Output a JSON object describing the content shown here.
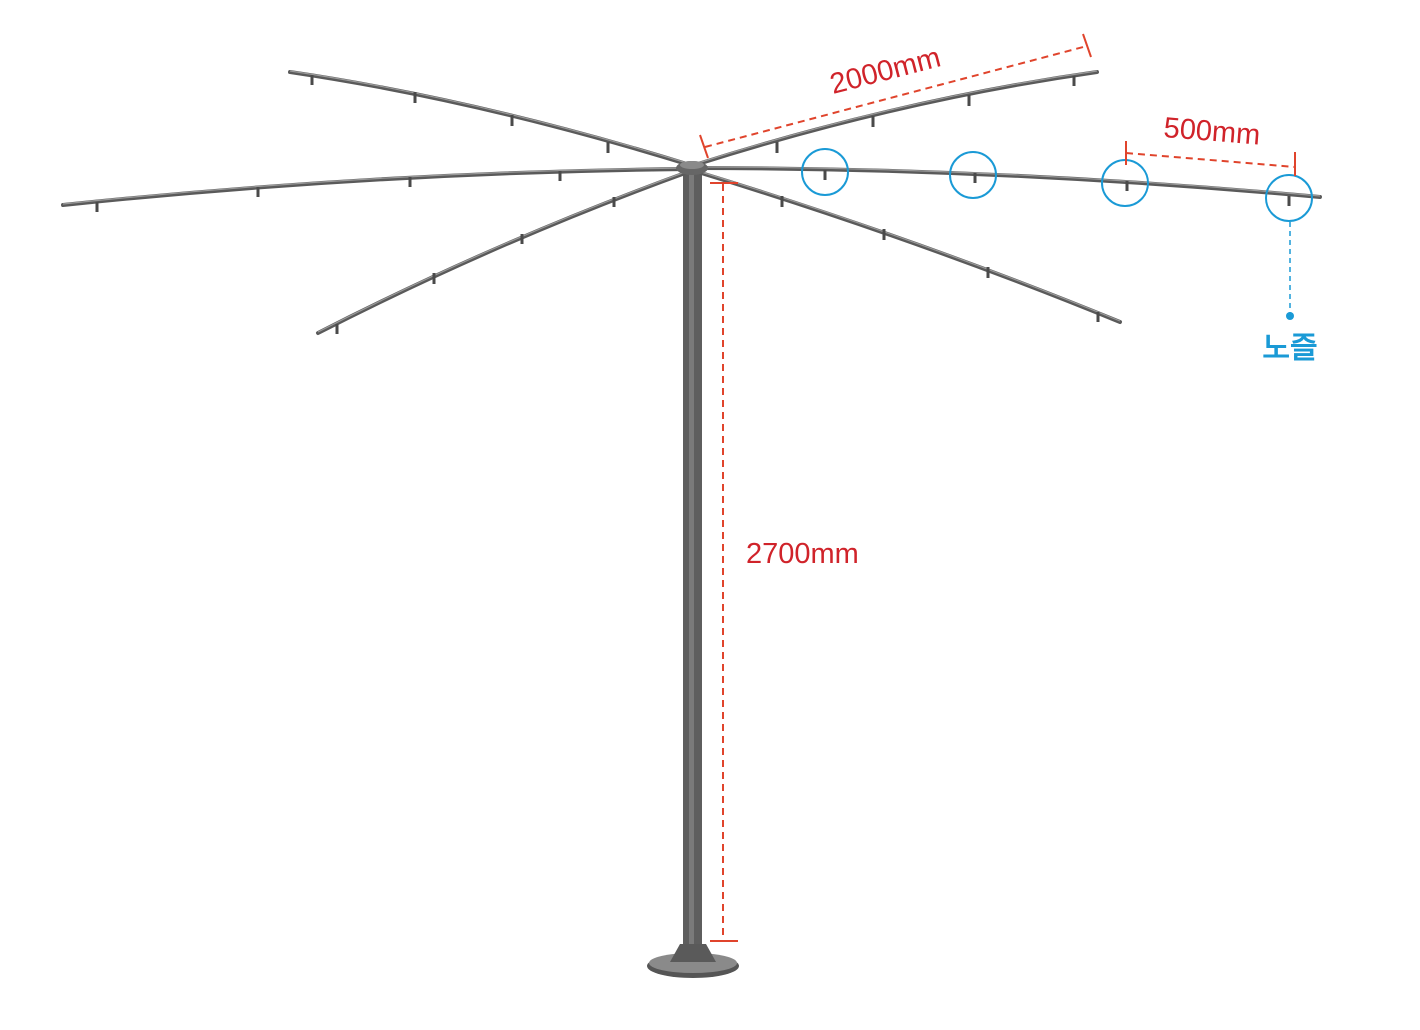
{
  "diagram": {
    "dimensions": {
      "arm_length": "2000mm",
      "nozzle_spacing": "500mm",
      "pole_height": "2700mm"
    },
    "callout": {
      "nozzle_label": "노즐"
    },
    "colors": {
      "dimension": "#d0232a",
      "callout": "#1a9ad6",
      "structure": "#5a5a5a"
    }
  }
}
